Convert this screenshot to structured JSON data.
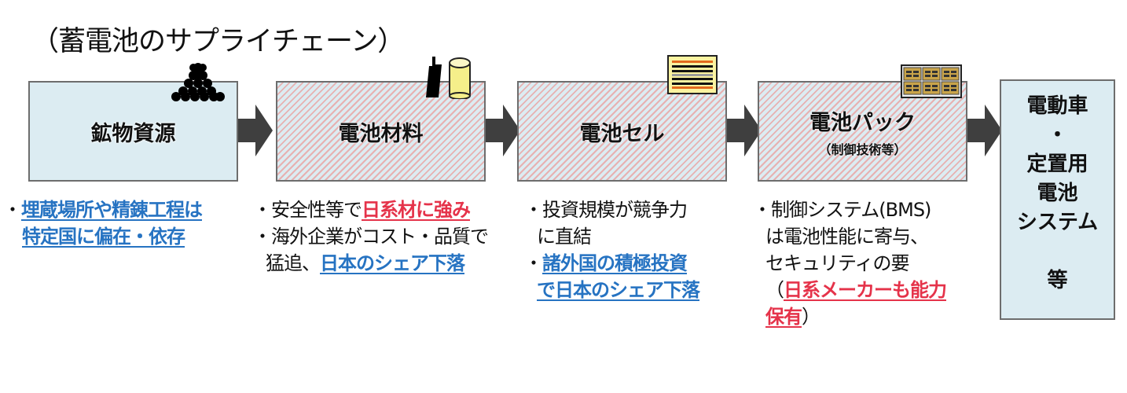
{
  "title": "（蓄電池のサプライチェーン）",
  "colors": {
    "box_fill": "#dcecf2",
    "hatch_stripe": "#e7b1b1",
    "arrow": "#3f3f3f",
    "highlight_blue": "#2673c2",
    "highlight_red": "#e5334a"
  },
  "stages": [
    {
      "label": "鉱物資源",
      "icon": "ore-pile-icon"
    },
    {
      "label": "電池材料",
      "icon": "materials-icon"
    },
    {
      "label": "電池セル",
      "icon": "battery-cell-icon"
    },
    {
      "label": "電池パック",
      "sublabel": "（制御技術等）",
      "icon": "battery-pack-icon"
    }
  ],
  "end_box": {
    "lines": [
      "電動車",
      "・",
      "定置用",
      "電池",
      "システム",
      "",
      "等"
    ]
  },
  "notes": {
    "minerals": {
      "bullet": "・",
      "highlight1": "埋蔵場所や精錬工程は",
      "highlight2": "特定国に偏在・依存"
    },
    "materials": {
      "bullet1": "・",
      "text1": "安全性等で",
      "highlight1": "日系材に強み",
      "bullet2": "・",
      "text2": "海外企業がコスト・品質で",
      "text3": "猛追、",
      "highlight2": "日本のシェア下落"
    },
    "cells": {
      "bullet1": "・",
      "text1": "投資規模が競争力",
      "text2": "に直結",
      "bullet2": "・",
      "highlight1": "諸外国の積極投資",
      "highlight2": "で日本のシェア下落"
    },
    "packs": {
      "bullet": "・",
      "text1": "制御システム(BMS)",
      "text2": "は電池性能に寄与、",
      "text3": "セキュリティの要",
      "paren_open": "（",
      "highlight1": "日系メーカーも能力",
      "highlight2": "保有",
      "paren_close": "）"
    }
  }
}
